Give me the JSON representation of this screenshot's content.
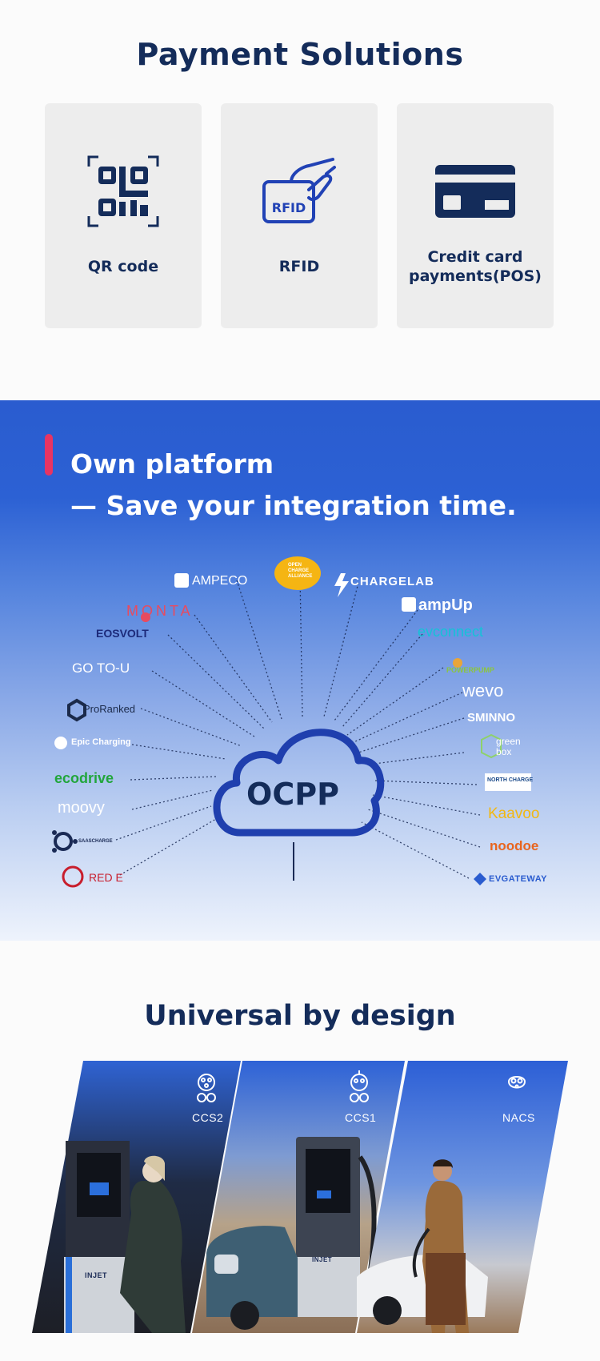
{
  "payment": {
    "title": "Payment Solutions",
    "cards": [
      {
        "label": "QR code",
        "icon": "qr-code-icon"
      },
      {
        "label": "RFID",
        "icon": "rfid-card-icon",
        "icon_text": "RFID"
      },
      {
        "label": "Credit card payments(POS)",
        "icon": "credit-card-icon"
      }
    ]
  },
  "platform": {
    "title_line1": "Own platform",
    "title_line2": "— Save your integration time.",
    "center_label": "OCPP",
    "logos": {
      "ampeco": "AMPECO",
      "open_charge_alliance": "OPEN CHARGE ALLIANCE",
      "chargelab": "CHARGELAB",
      "monta": "MONTA",
      "ampup": "ampUp",
      "eosvolt": "EOSVOLT",
      "evconnect": "evconnect",
      "go_to_u": "GO TO-U",
      "powerpump": "POWERPUMP",
      "wevo": "wevo",
      "proranked": "ProRanked",
      "sminno": "SMINNO",
      "epic_charging": "Epic Charging",
      "greenbox": "green box",
      "ecodrive": "ecodrive",
      "north_charge": "NORTH CHARGE",
      "moovy": "moovy",
      "kaavoo": "Kaavoo",
      "saascharge": "SAASCHARGE",
      "noodoe": "noodoe",
      "red_e": "RED E",
      "evgateway": "EVGATEWAY"
    },
    "colors": {
      "accent": "#e73463",
      "cloud": "#1f3fae",
      "ampeco": "#ffffff",
      "monta": "#e84b5f",
      "eosvolt": "#1c2a7a",
      "evconnect": "#15c2d8",
      "ecodrive": "#22a63c",
      "noodoe": "#e8651f",
      "kaavoo": "#f2b811",
      "red_e": "#c81e2d",
      "evgateway": "#2a5ccf"
    }
  },
  "universal": {
    "title": "Universal by design",
    "connectors": [
      {
        "label": "CCS2",
        "icon": "ccs2-connector-icon"
      },
      {
        "label": "CCS1",
        "icon": "ccs1-connector-icon"
      },
      {
        "label": "NACS",
        "icon": "nacs-connector-icon"
      }
    ],
    "brand": "INJET"
  }
}
